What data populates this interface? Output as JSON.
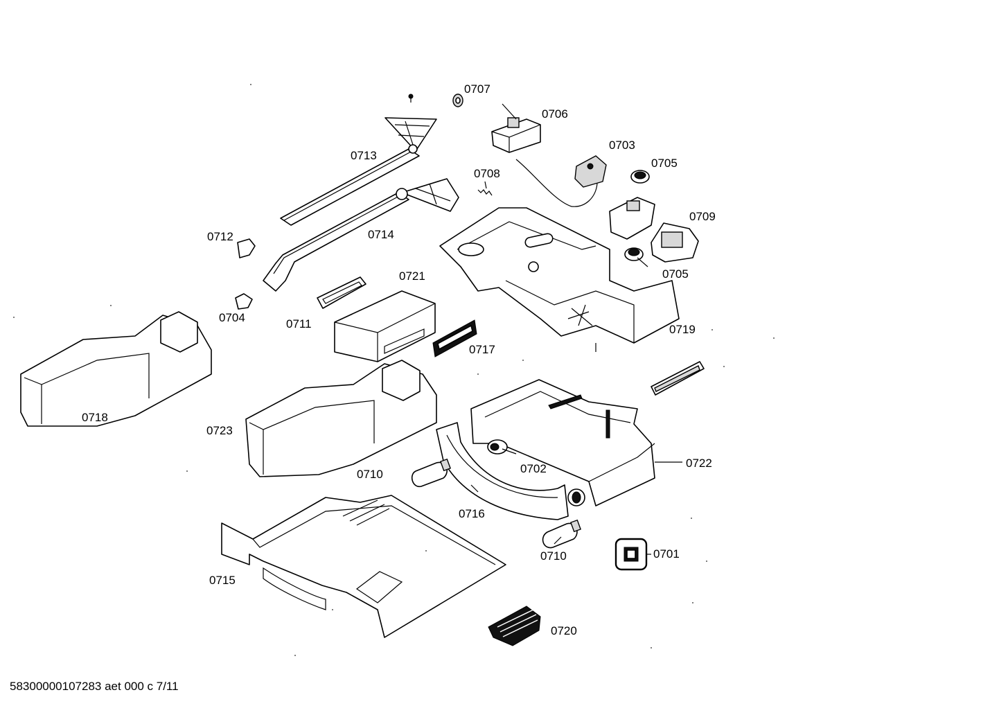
{
  "labels": {
    "p0707": "0707",
    "p0706": "0706",
    "p0703": "0703",
    "p0705a": "0705",
    "p0713": "0713",
    "p0708": "0708",
    "p0709": "0709",
    "p0712": "0712",
    "p0714": "0714",
    "p0705b": "0705",
    "p0721": "0721",
    "p0704": "0704",
    "p0711": "0711",
    "p0719": "0719",
    "p0717": "0717",
    "p0718": "0718",
    "p0723": "0723",
    "p0722": "0722",
    "p0710a": "0710",
    "p0702": "0702",
    "p0716": "0716",
    "p0710b": "0710",
    "p0701": "0701",
    "p0715": "0715",
    "p0720": "0720"
  },
  "footer": "58300000107283 aet 000 c 7/11"
}
